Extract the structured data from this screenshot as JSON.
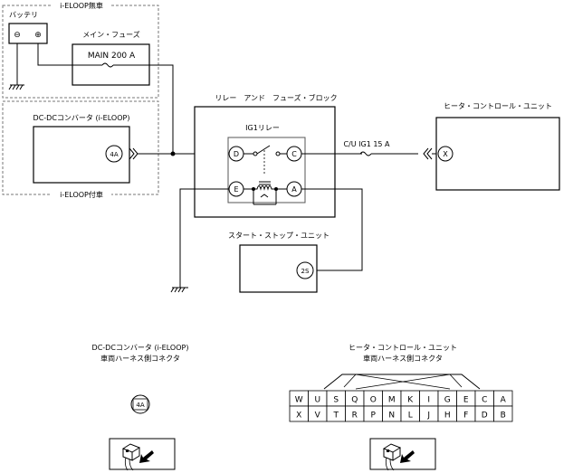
{
  "battery": {
    "label": "バッテリ",
    "minus": "⊖",
    "plus": "⊕"
  },
  "region_no_eloop": "i-ELOOP無車",
  "region_with_eloop": "i-ELOOP付車",
  "main_fuse": {
    "title": "メイン・フューズ",
    "label": "MAIN 200 A"
  },
  "dcdc": {
    "label": "DC-DCコンバータ (i-ELOOP)",
    "pin": "4A"
  },
  "relay_block": {
    "title": "リレー　アンド　フューズ・ブロック",
    "relay": "IG1リレー",
    "pins": {
      "d": "D",
      "c": "C",
      "e": "E",
      "a": "A"
    }
  },
  "cu_fuse": {
    "label": "C/U IG1 15 A"
  },
  "heater_unit": {
    "title": "ヒータ・コントロール・ユニット",
    "pin": "X"
  },
  "start_stop": {
    "title": "スタート・ストップ・ユニット",
    "pin": "2S"
  },
  "connector_left": {
    "title1": "DC-DCコンバータ (i-ELOOP)",
    "title2": "車両ハーネス側コネクタ",
    "pin": "4A"
  },
  "connector_right": {
    "title1": "ヒータ・コントロール・ユニット",
    "title2": "車両ハーネス側コネクタ",
    "row1": [
      "W",
      "U",
      "S",
      "Q",
      "O",
      "M",
      "K",
      "I",
      "G",
      "E",
      "C",
      "A"
    ],
    "row2": [
      "X",
      "V",
      "T",
      "R",
      "P",
      "N",
      "L",
      "J",
      "H",
      "F",
      "D",
      "B"
    ]
  }
}
